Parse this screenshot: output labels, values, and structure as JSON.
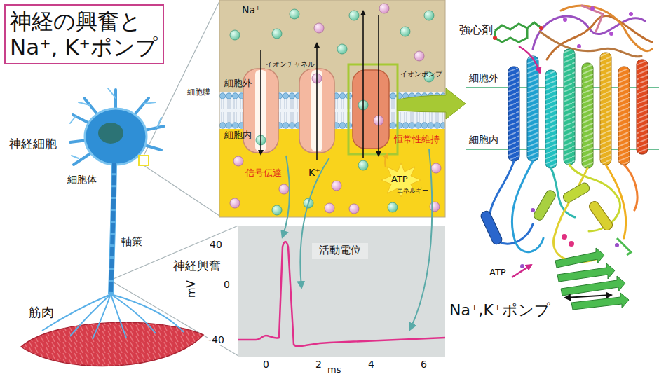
{
  "diagram": {
    "title": "神経の興奮と Na⁺, K⁺ポンプ",
    "nodes": [
      {
        "text": [
          "活動電位"
        ]
      }
    ],
    "labels": [
      "Na⁺",
      "細胞外",
      "イオンチャネル",
      "イオンポンプ",
      "細胞膜",
      "細胞内",
      "恒常性維持",
      "信号伝達",
      "K⁺",
      "ATP",
      "エネルギー",
      "強心剤",
      "細胞外",
      "細胞内",
      "神経細胞",
      "細胞体",
      "軸策",
      "神経興奮",
      "mV",
      "40",
      "0",
      "-40",
      "筋肉",
      "0",
      "2",
      "ms",
      "4",
      "6",
      "ATP",
      "Na⁺,K⁺ポンプ"
    ]
  }
}
